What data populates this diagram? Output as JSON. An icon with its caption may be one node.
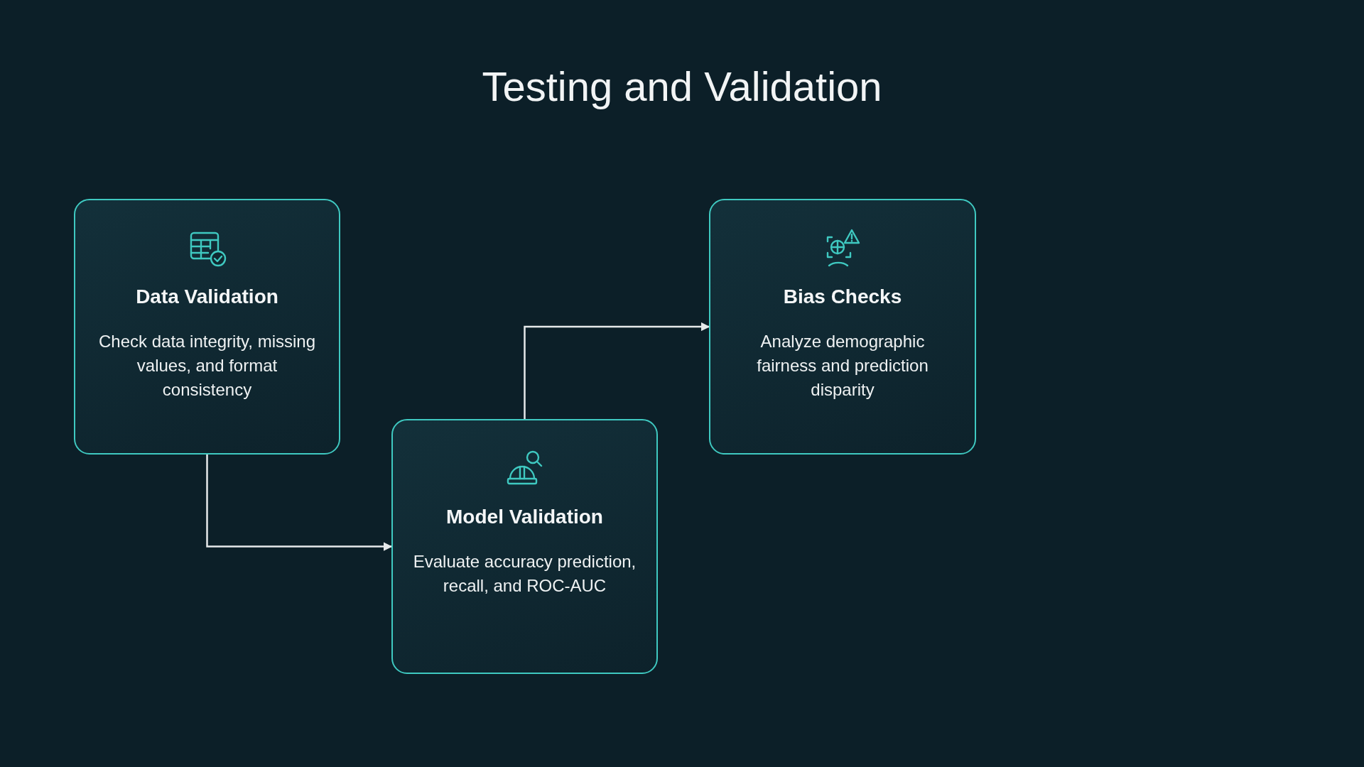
{
  "diagram": {
    "title": "Testing and Validation",
    "nodes": [
      {
        "text": [
          "Data Validation",
          "Check data integrity, missing values, and format consistency"
        ]
      },
      {
        "text": [
          "Model Validation",
          "Evaluate accuracy prediction, recall, and ROC-AUC"
        ]
      },
      {
        "text": [
          "Bias Checks",
          "Analyze demographic fairness and prediction disparity"
        ]
      }
    ],
    "edges": [
      {
        "from": 0,
        "to": 1,
        "arrow": "to"
      },
      {
        "from": 1,
        "to": 2,
        "arrow": "to"
      }
    ]
  }
}
